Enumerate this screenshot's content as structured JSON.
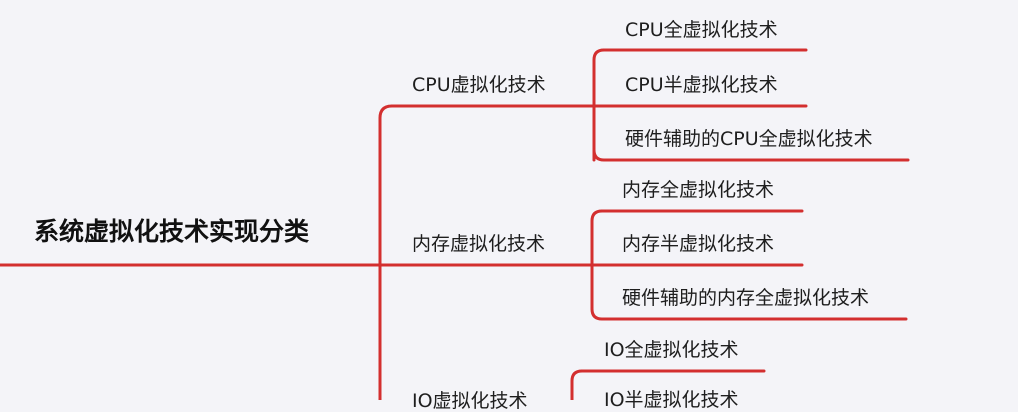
{
  "colors": {
    "background": "#f4f4f8",
    "line": "#d32f2f",
    "text": "#1e1e1e"
  },
  "mindmap": {
    "root": "系统虚拟化技术实现分类",
    "branches": [
      {
        "label": "CPU虚拟化技术",
        "children": [
          "CPU全虚拟化技术",
          "CPU半虚拟化技术",
          "硬件辅助的CPU全虚拟化技术"
        ]
      },
      {
        "label": "内存虚拟化技术",
        "children": [
          "内存全虚拟化技术",
          "内存半虚拟化技术",
          "硬件辅助的内存全虚拟化技术"
        ]
      },
      {
        "label": "IO虚拟化技术",
        "children": [
          "IO全虚拟化技术",
          "IO半虚拟化技术"
        ]
      }
    ]
  }
}
